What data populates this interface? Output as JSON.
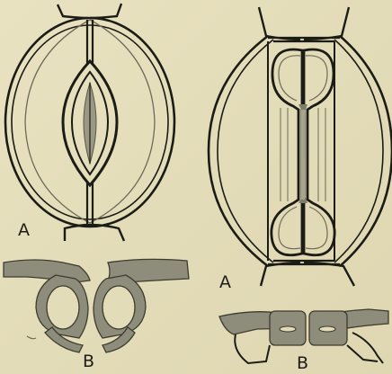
{
  "labels": {
    "fig_top_left": "A",
    "fig_top_right": "A",
    "fig_bottom_left": "B",
    "fig_bottom_right": "B"
  },
  "colors": {
    "background": "#e6dfbd",
    "ink": "#1c1c16",
    "shading": "#8e8c7a"
  }
}
